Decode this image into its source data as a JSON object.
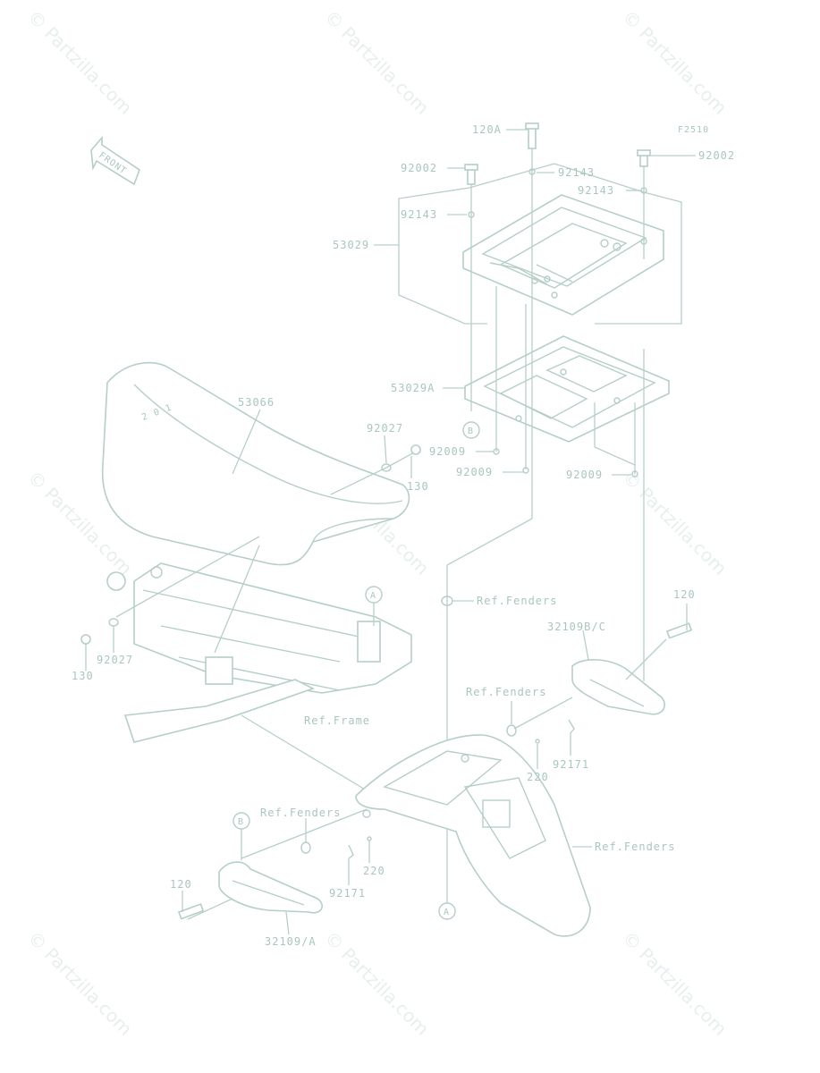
{
  "figure_code": "F2510",
  "front_label": "FRONT",
  "watermark": "© Partzilla.com",
  "callout_a": "A",
  "callout_b": "B",
  "parts": {
    "p120a": "120A",
    "p92002_left": "92002",
    "p92002_right": "92002",
    "p92143_a": "92143",
    "p92143_b": "92143",
    "p92143_c": "92143",
    "p53029": "53029",
    "p53029a": "53029A",
    "p53066": "53066",
    "p92027_top": "92027",
    "p130_top": "130",
    "p92009_a": "92009",
    "p92009_b": "92009",
    "p92009_c": "92009",
    "ref_fenders_top": "Ref.Fenders",
    "p120_right": "120",
    "p32109bc": "32109B/C",
    "ref_fenders_mid": "Ref.Fenders",
    "p92171_right": "92171",
    "p220_right": "220",
    "ref_frame": "Ref.Frame",
    "p92027_left": "92027",
    "p130_left": "130",
    "ref_fenders_left": "Ref.Fenders",
    "ref_fenders_right": "Ref.Fenders",
    "p220_left": "220",
    "p92171_left": "92171",
    "p120_left": "120",
    "p32109a": "32109/A"
  }
}
